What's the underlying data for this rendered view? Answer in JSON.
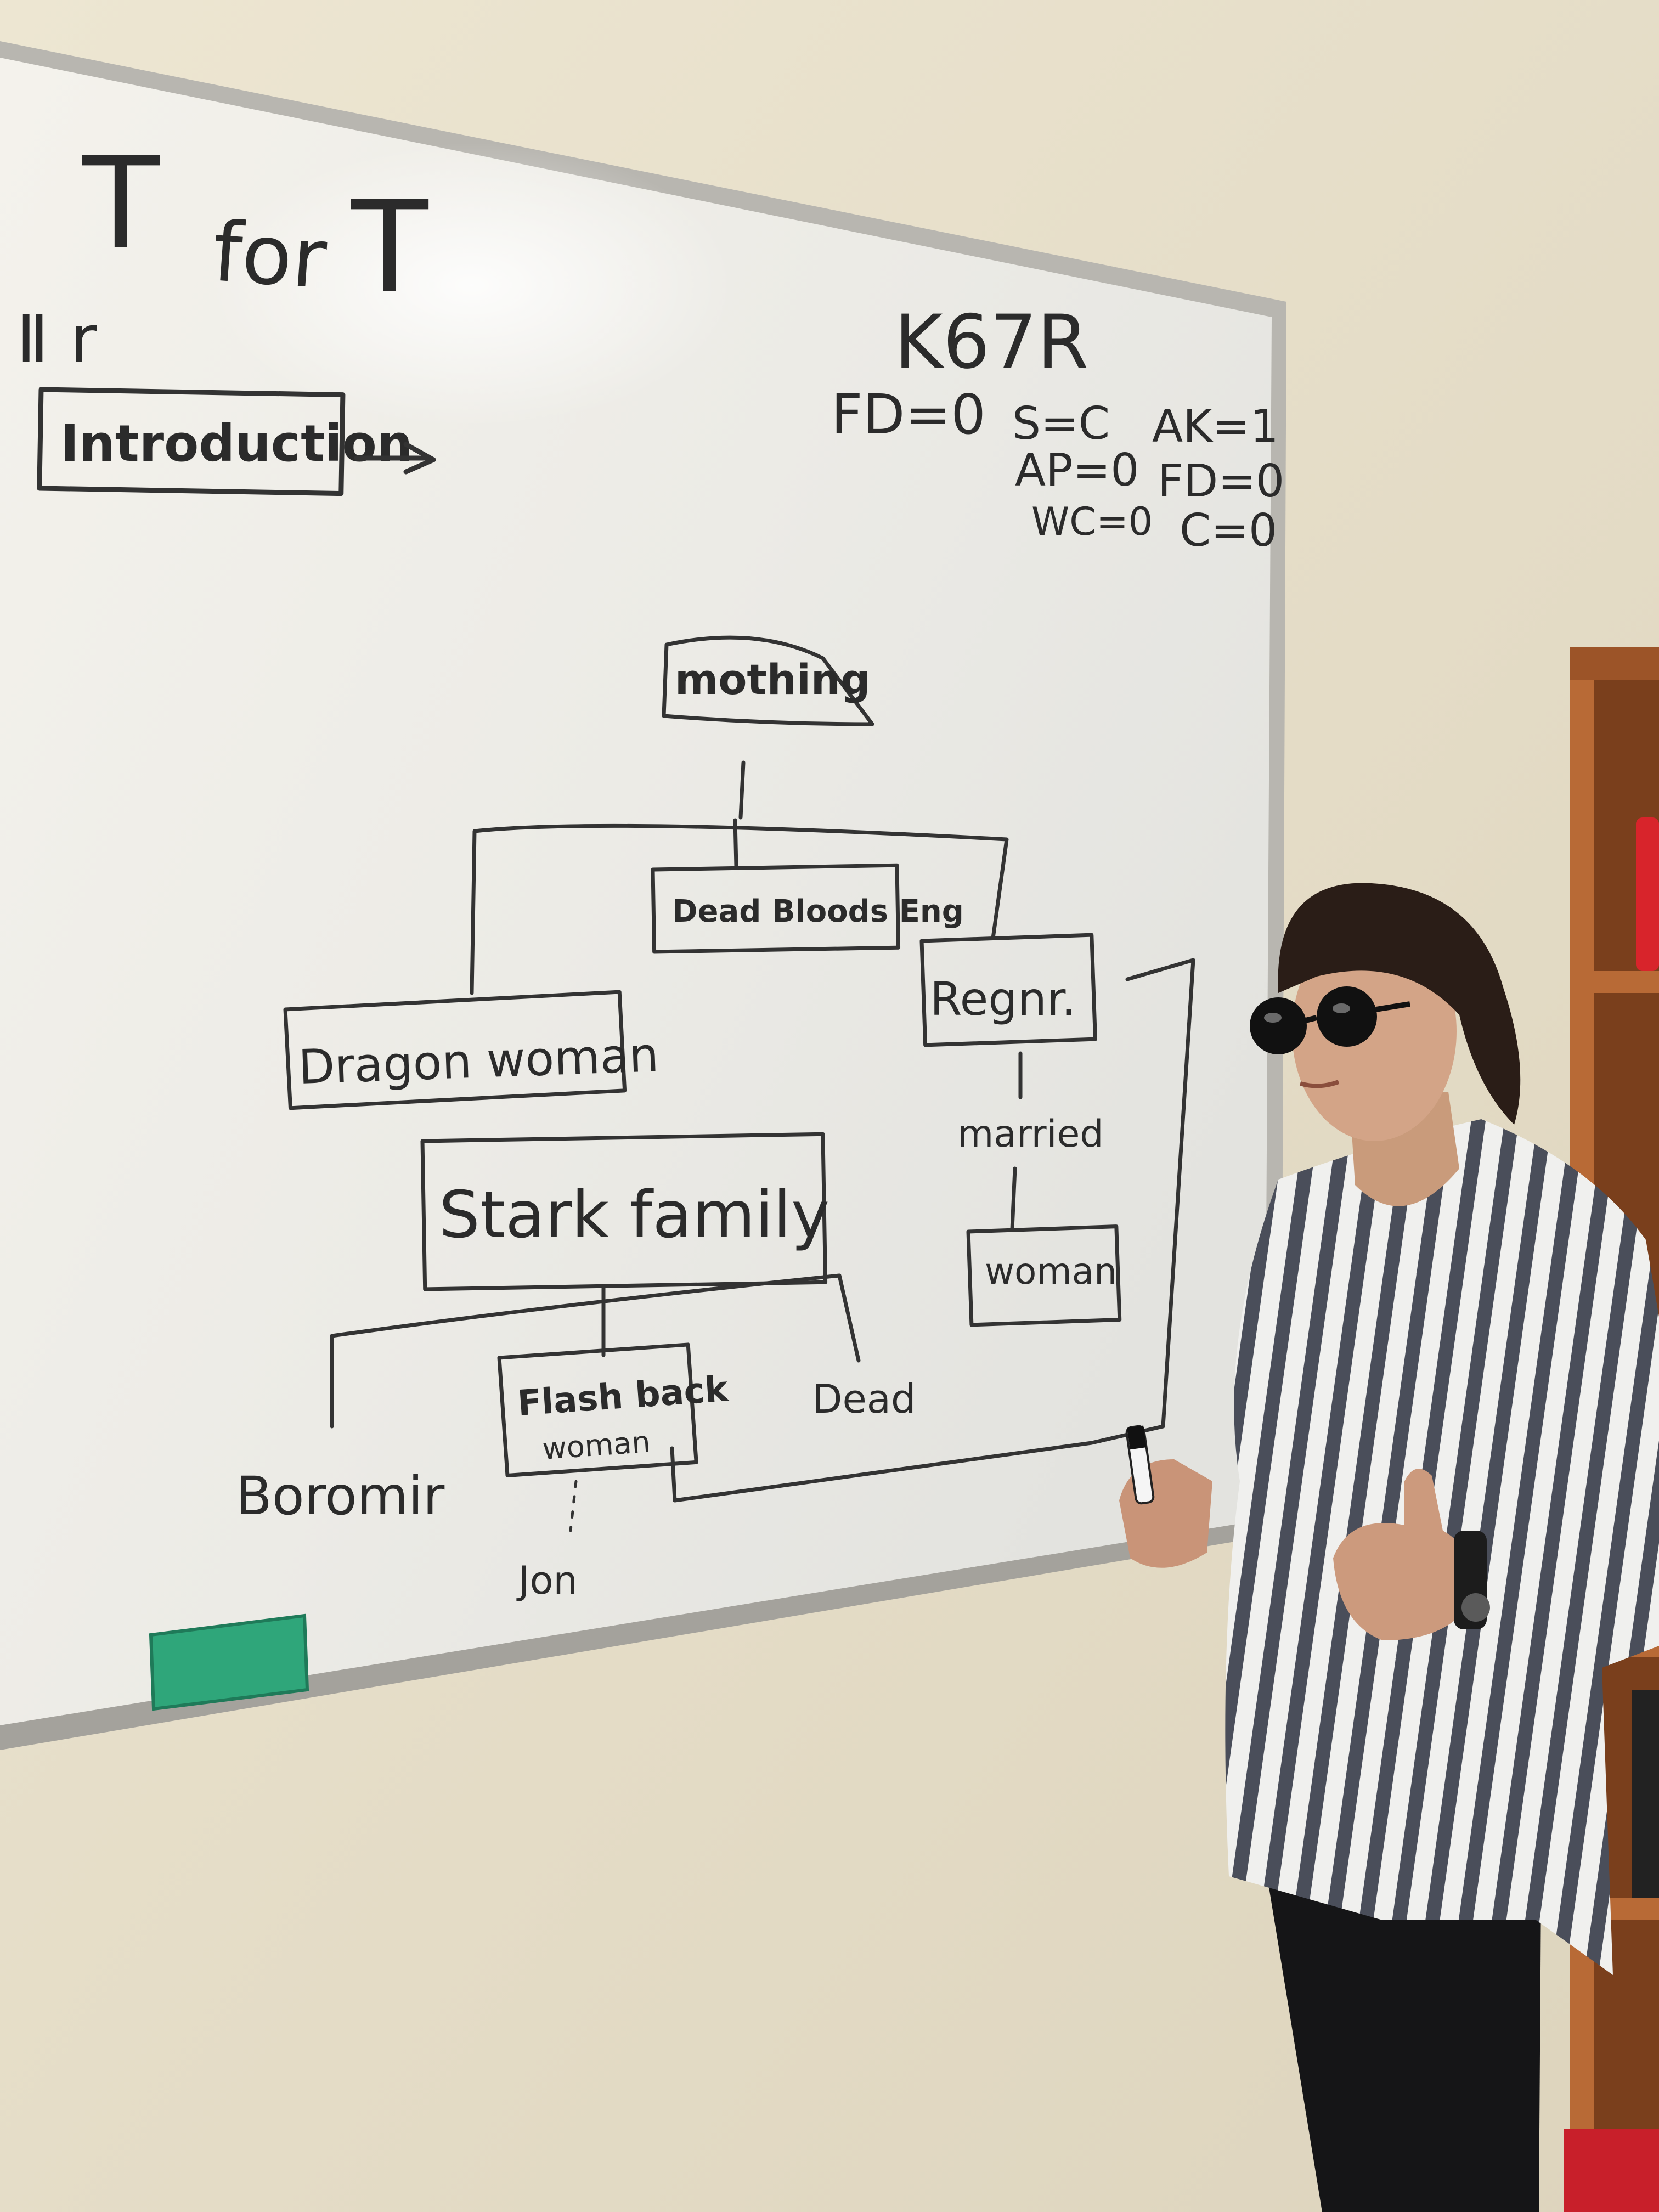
{
  "whiteboard": {
    "title_left": "T",
    "title_mid": "for",
    "title_right": "T",
    "tiny_note": "Ⅱ r",
    "intro_label": "Introduction",
    "code_heading": "K67R",
    "code_notes": [
      "FD=0",
      "S=C",
      "AK=1",
      "AP=0",
      "FD=0",
      "WC=0",
      "C=0"
    ],
    "diagram": {
      "root": "mothing",
      "dead_blood": "Dead Bloods Eng",
      "dragon_woman": "Dragon woman",
      "regnr": "Regnr.",
      "married": "married",
      "woman": "woman",
      "stark_family": "Stark family",
      "flashback": "Flash back",
      "flashback_sub": "woman",
      "dead": "Dead",
      "boromir": "Boromir",
      "jon": "Jon"
    }
  },
  "colors": {
    "wall": "#e9e2cd",
    "board": "#efece4",
    "frame": "#b8b6b0",
    "ink": "#2b2b2b",
    "eraser": "#2fa67a",
    "shirt_stripe": "#4a4e5a",
    "shelf": "#b86a36"
  }
}
